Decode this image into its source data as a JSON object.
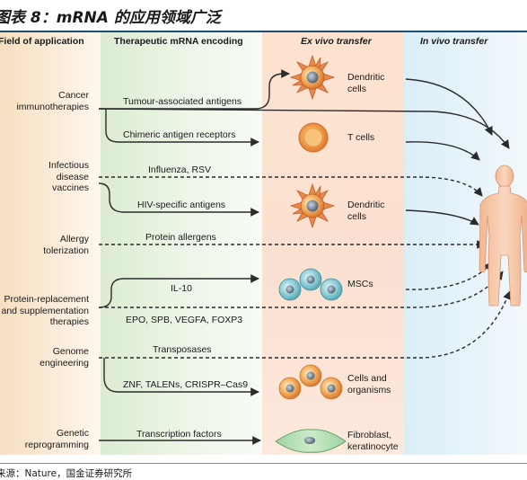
{
  "title": "图表 8：mRNA 的应用领域广泛",
  "columns": {
    "field": "Field of application",
    "encoding": "Therapeutic mRNA encoding",
    "exvivo": "Ex vivo transfer",
    "invivo": "In vivo transfer"
  },
  "fields": [
    {
      "line1": "Cancer",
      "line2": "immunotherapies",
      "line3": ""
    },
    {
      "line1": "Infectious",
      "line2": "disease",
      "line3": "vaccines"
    },
    {
      "line1": "Allergy",
      "line2": "tolerization",
      "line3": ""
    },
    {
      "line1": "Protein-replacement",
      "line2": "and supplementation",
      "line3": "therapies"
    },
    {
      "line1": "Genome",
      "line2": "engineering",
      "line3": ""
    },
    {
      "line1": "Genetic",
      "line2": "reprogramming",
      "line3": ""
    }
  ],
  "encodings": [
    "Tumour-associated antigens",
    "Chimeric antigen receptors",
    "Influenza, RSV",
    "HIV-specific antigens",
    "Protein allergens",
    "IL-10",
    "EPO, SPB, VEGFA, FOXP3",
    "Transposases",
    "ZNF, TALENs, CRISPR–Cas9",
    "Transcription factors"
  ],
  "cells": [
    {
      "line1": "Dendritic",
      "line2": "cells",
      "icon": "dendritic-cell-icon"
    },
    {
      "line1": "T cells",
      "line2": "",
      "icon": "t-cell-icon"
    },
    {
      "line1": "Dendritic",
      "line2": "cells",
      "icon": "dendritic-cell-icon"
    },
    {
      "line1": "MSCs",
      "line2": "",
      "icon": "msc-cluster-icon"
    },
    {
      "line1": "Cells and",
      "line2": "organisms",
      "icon": "cells-cluster-icon"
    },
    {
      "line1": "Fibroblast,",
      "line2": "keratinocyte",
      "icon": "fibroblast-icon"
    }
  ],
  "invivo_icon": "human-body-icon",
  "colors": {
    "field_bg": "#f7dfc0",
    "encoding_bg": "#dbecd2",
    "exvivo_bg": "#fde2cf",
    "invivo_bg": "#dbeef7",
    "arrow": "#2b2b2b",
    "cell_orange": "#e8944a",
    "cell_teal": "#7fc4cf",
    "body": "#f6c7a6",
    "title_rule": "#1f4e79"
  },
  "source": "来源：Nature，国金证券研究所"
}
